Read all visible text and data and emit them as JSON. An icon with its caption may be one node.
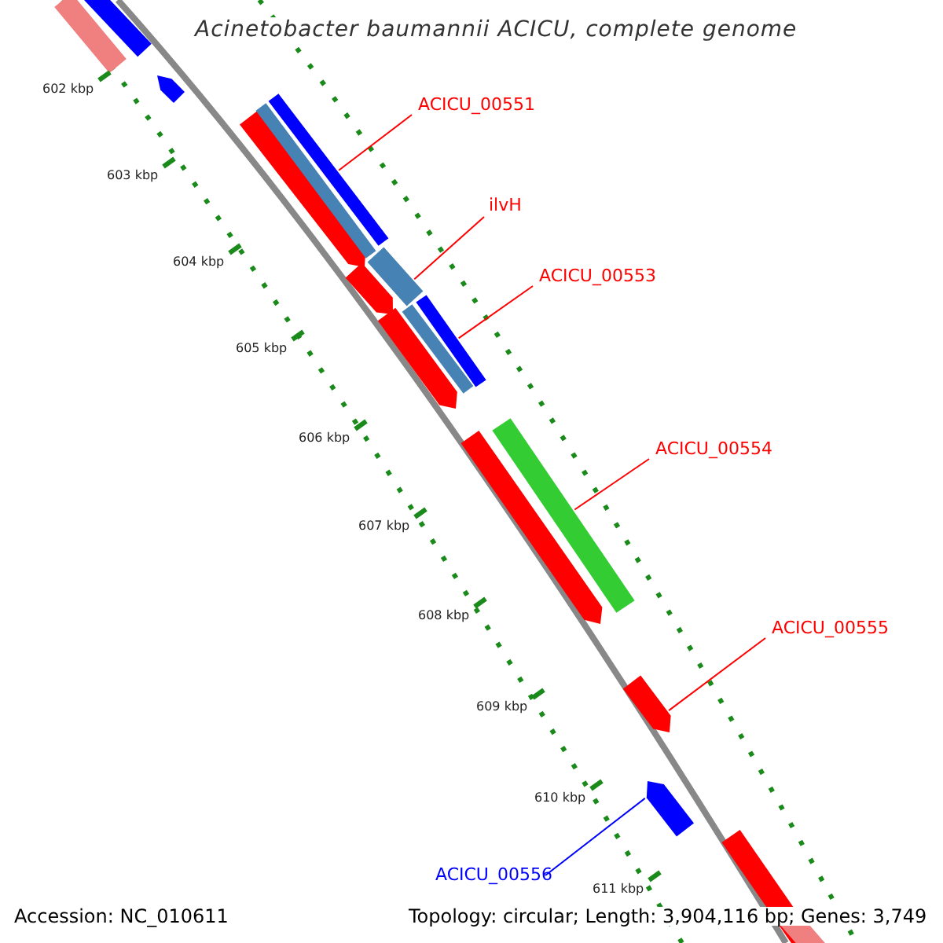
{
  "diagram": {
    "title": "Acinetobacter baumannii ACICU, complete genome",
    "nodes": [
      {
        "text": [
          "ACICU_00551"
        ]
      },
      {
        "text": [],
        "shape": "bar"
      },
      {
        "text": [
          "ilvH"
        ]
      },
      {
        "text": [],
        "shape": "bar"
      },
      {
        "text": [
          "ACICU_00553"
        ]
      },
      {
        "text": [],
        "shape": "bar"
      },
      {
        "text": [
          "ACICU_00554"
        ]
      },
      {
        "text": [],
        "shape": "bar"
      },
      {
        "text": [
          "ACICU_00555"
        ]
      },
      {
        "text": [],
        "shape": "bar"
      },
      {
        "text": [
          "ACICU_00556"
        ]
      },
      {
        "text": [],
        "shape": "bar"
      }
    ],
    "edges": [
      {
        "from": 0,
        "to": 1,
        "arrow": "none"
      },
      {
        "from": 2,
        "to": 3,
        "arrow": "none"
      },
      {
        "from": 4,
        "to": 5,
        "arrow": "none"
      },
      {
        "from": 6,
        "to": 7,
        "arrow": "none"
      },
      {
        "from": 8,
        "to": 9,
        "arrow": "none"
      },
      {
        "from": 10,
        "to": 11,
        "arrow": "none",
        "color": "#0000ff"
      }
    ],
    "labels": [
      "602 kbp",
      "603 kbp",
      "604 kbp",
      "605 kbp",
      "606 kbp",
      "607 kbp",
      "608 kbp",
      "609 kbp",
      "610 kbp",
      "611 kbp",
      "Accession: NC_010611",
      "Topology: circular; Length: 3,904,116 bp; Genes: 3,749"
    ]
  }
}
